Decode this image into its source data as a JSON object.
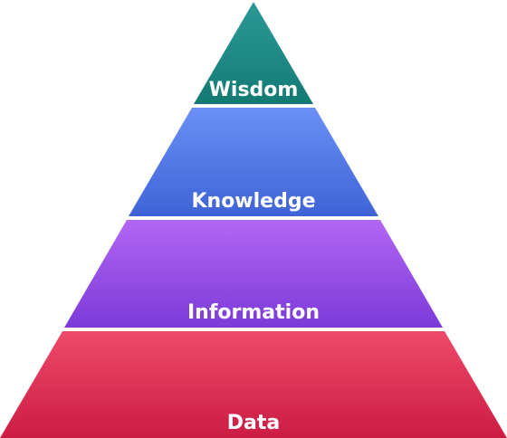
{
  "pyramid": {
    "tiers": [
      {
        "label": "Wisdom",
        "color_top": "#2c9a98",
        "color_bottom": "#137a73"
      },
      {
        "label": "Knowledge",
        "color_top": "#6a90f6",
        "color_bottom": "#3f63d6"
      },
      {
        "label": "Information",
        "color_top": "#b266f4",
        "color_bottom": "#7c3ad8"
      },
      {
        "label": "Data",
        "color_top": "#ee4a6a",
        "color_bottom": "#cc1c44"
      }
    ]
  }
}
